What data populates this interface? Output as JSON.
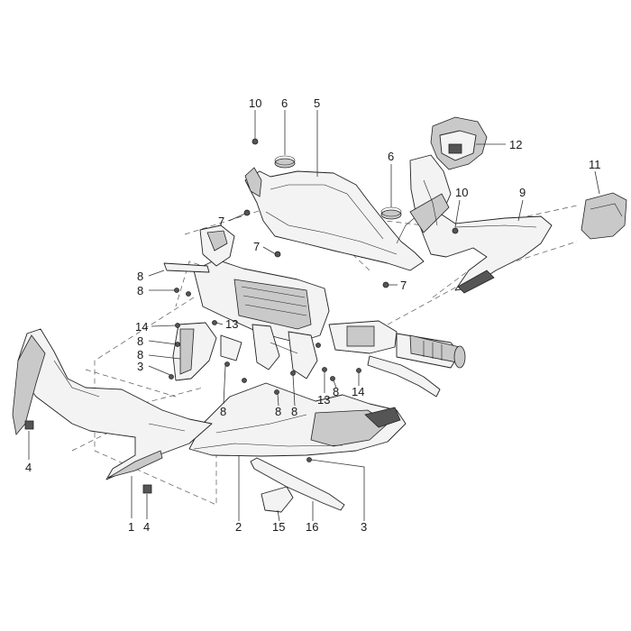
{
  "callouts": [
    {
      "id": "c10a",
      "label": "10"
    },
    {
      "id": "c6a",
      "label": "6"
    },
    {
      "id": "c5",
      "label": "5"
    },
    {
      "id": "c12",
      "label": "12"
    },
    {
      "id": "c6b",
      "label": "6"
    },
    {
      "id": "c11",
      "label": "11"
    },
    {
      "id": "c10b",
      "label": "10"
    },
    {
      "id": "c9",
      "label": "9"
    },
    {
      "id": "c7a",
      "label": "7"
    },
    {
      "id": "c7b",
      "label": "7"
    },
    {
      "id": "c7c",
      "label": "7"
    },
    {
      "id": "c8a",
      "label": "8"
    },
    {
      "id": "c8b",
      "label": "8"
    },
    {
      "id": "c14a",
      "label": "14"
    },
    {
      "id": "c13a",
      "label": "13"
    },
    {
      "id": "c8c",
      "label": "8"
    },
    {
      "id": "c8d",
      "label": "8"
    },
    {
      "id": "c3a",
      "label": "3"
    },
    {
      "id": "c8e",
      "label": "8"
    },
    {
      "id": "c8f",
      "label": "8"
    },
    {
      "id": "c8g",
      "label": "8"
    },
    {
      "id": "c13b",
      "label": "13"
    },
    {
      "id": "c8h",
      "label": "8"
    },
    {
      "id": "c14b",
      "label": "14"
    },
    {
      "id": "c4a",
      "label": "4"
    },
    {
      "id": "c1",
      "label": "1"
    },
    {
      "id": "c4b",
      "label": "4"
    },
    {
      "id": "c2",
      "label": "2"
    },
    {
      "id": "c15",
      "label": "15"
    },
    {
      "id": "c16",
      "label": "16"
    },
    {
      "id": "c3b",
      "label": "3"
    }
  ]
}
